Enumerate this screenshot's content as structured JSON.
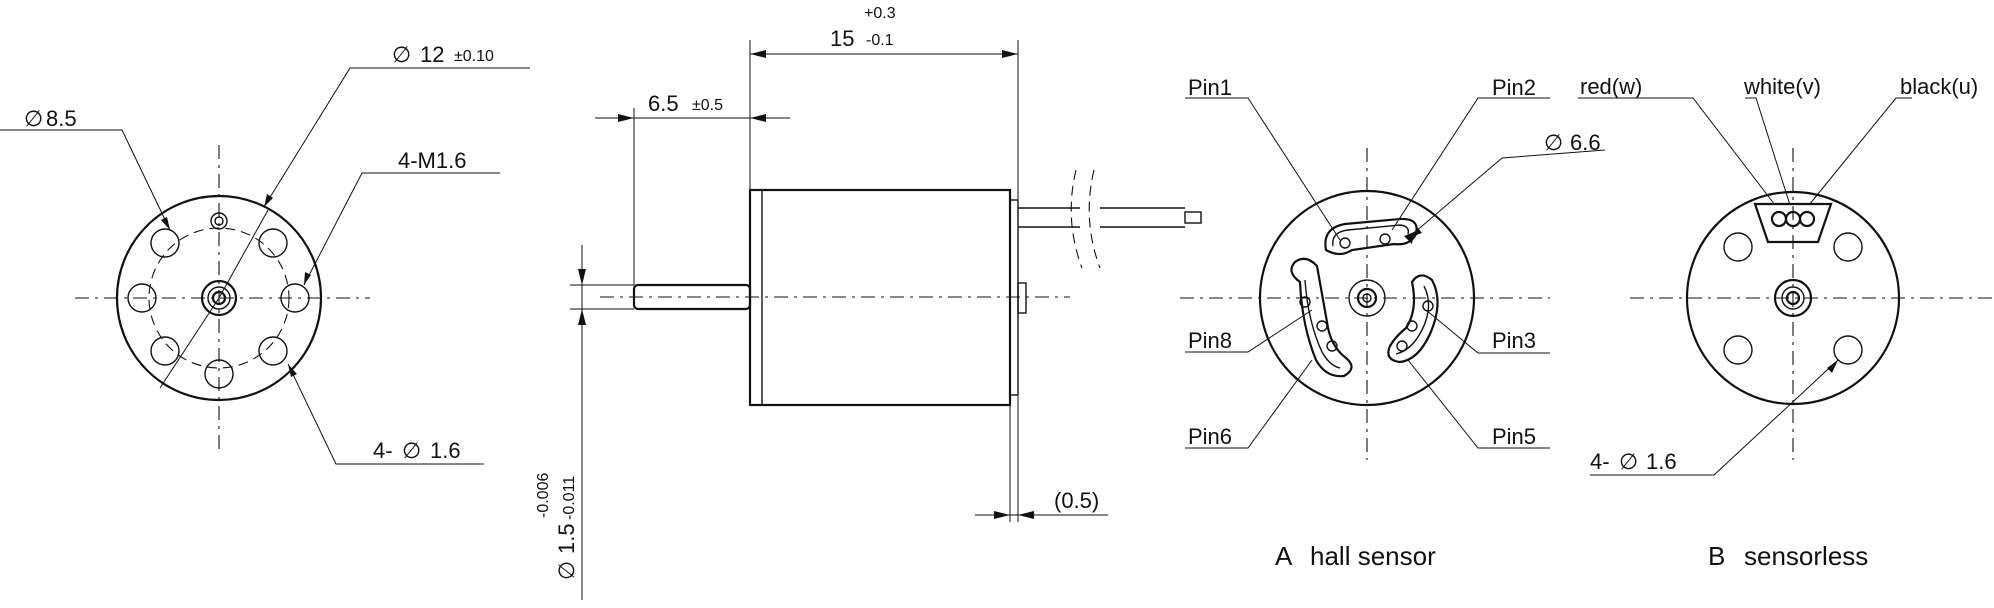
{
  "front_view": {
    "dim_bore": "8.5",
    "dim_outer": "12",
    "dim_outer_tol": "±0.10",
    "dim_thread": "4-M1.6",
    "dim_holes_prefix": "4-",
    "dim_holes": "1.6",
    "diameter_symbol": "∅"
  },
  "side_view": {
    "dim_length": "15",
    "dim_length_tol_upper": "+0.3",
    "dim_length_tol_lower": "-0.1",
    "dim_shaft_len": "6.5",
    "dim_shaft_len_tol": "±0.5",
    "dim_gap": "(0.5)",
    "dim_shaft_dia": "1.5",
    "dim_shaft_tol_upper": "-0.006",
    "dim_shaft_tol_lower": "-0.011"
  },
  "hall_view": {
    "pin1": "Pin1",
    "pin2": "Pin2",
    "pin3": "Pin3",
    "pin5": "Pin5",
    "pin6": "Pin6",
    "pin8": "Pin8",
    "dim_pcb": "6.6",
    "caption_letter": "A",
    "caption": "hall sensor"
  },
  "sensorless_view": {
    "wire_red": "red(w)",
    "wire_white": "white(v)",
    "wire_black": "black(u)",
    "dim_holes_prefix": "4-",
    "dim_holes": "1.6",
    "caption_letter": "B",
    "caption": "sensorless"
  }
}
